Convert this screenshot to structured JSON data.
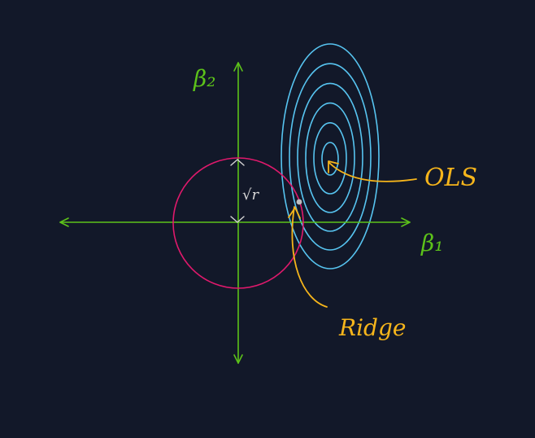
{
  "diagram": {
    "axis_labels": {
      "y": "β₂",
      "x": "β₁"
    },
    "radius_label": "√r",
    "annotations": {
      "ols": "OLS",
      "ridge": "Ridge"
    },
    "ols_contour_count": 6
  },
  "colors": {
    "background": "#121829",
    "axes": "#5cc21a",
    "constraint_circle": "#e0196c",
    "contours": "#57c4f0",
    "annotations": "#f6b51b",
    "radius_marks": "#d6d6d6",
    "ridge_point": "#bdbdbd"
  }
}
